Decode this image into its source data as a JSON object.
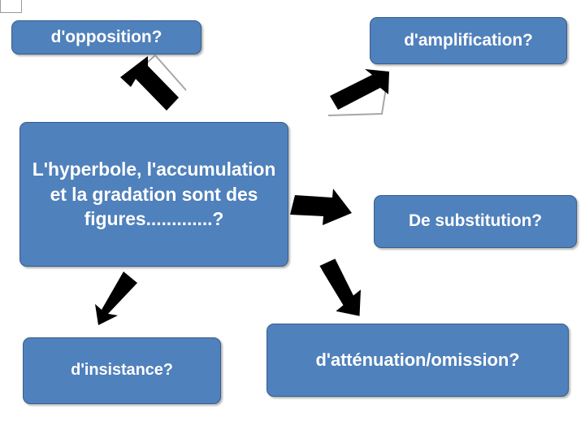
{
  "slide": {
    "background_color": "#ffffff",
    "node_fill_color": "#4f81bd",
    "node_border_color": "#385d8a",
    "node_text_color": "#ffffff",
    "arrow_color": "#000000",
    "arrow_outline_color": "#a6a6a6"
  },
  "corner_placeholder": {
    "label": ""
  },
  "nodes": {
    "center": {
      "label": "L'hyperbole, l'accumulation et la gradation sont des figures.............?"
    },
    "opposition": {
      "label": "d'opposition?"
    },
    "amplification": {
      "label": "d'amplification?"
    },
    "substitution": {
      "label": "De substitution?"
    },
    "insistance": {
      "label": "d'insistance?"
    },
    "attenuation": {
      "label": "d'atténuation/omission?"
    }
  },
  "arrows": [
    {
      "name": "arrow-to-opposition",
      "direction": "up-left",
      "from": "center",
      "to": "opposition"
    },
    {
      "name": "arrow-to-amplification",
      "direction": "up-right",
      "from": "center",
      "to": "amplification"
    },
    {
      "name": "arrow-to-substitution",
      "direction": "right",
      "from": "center",
      "to": "substitution"
    },
    {
      "name": "arrow-to-insistance",
      "direction": "down-left",
      "from": "center",
      "to": "insistance"
    },
    {
      "name": "arrow-to-attenuation",
      "direction": "down-right",
      "from": "center",
      "to": "attenuation"
    }
  ]
}
